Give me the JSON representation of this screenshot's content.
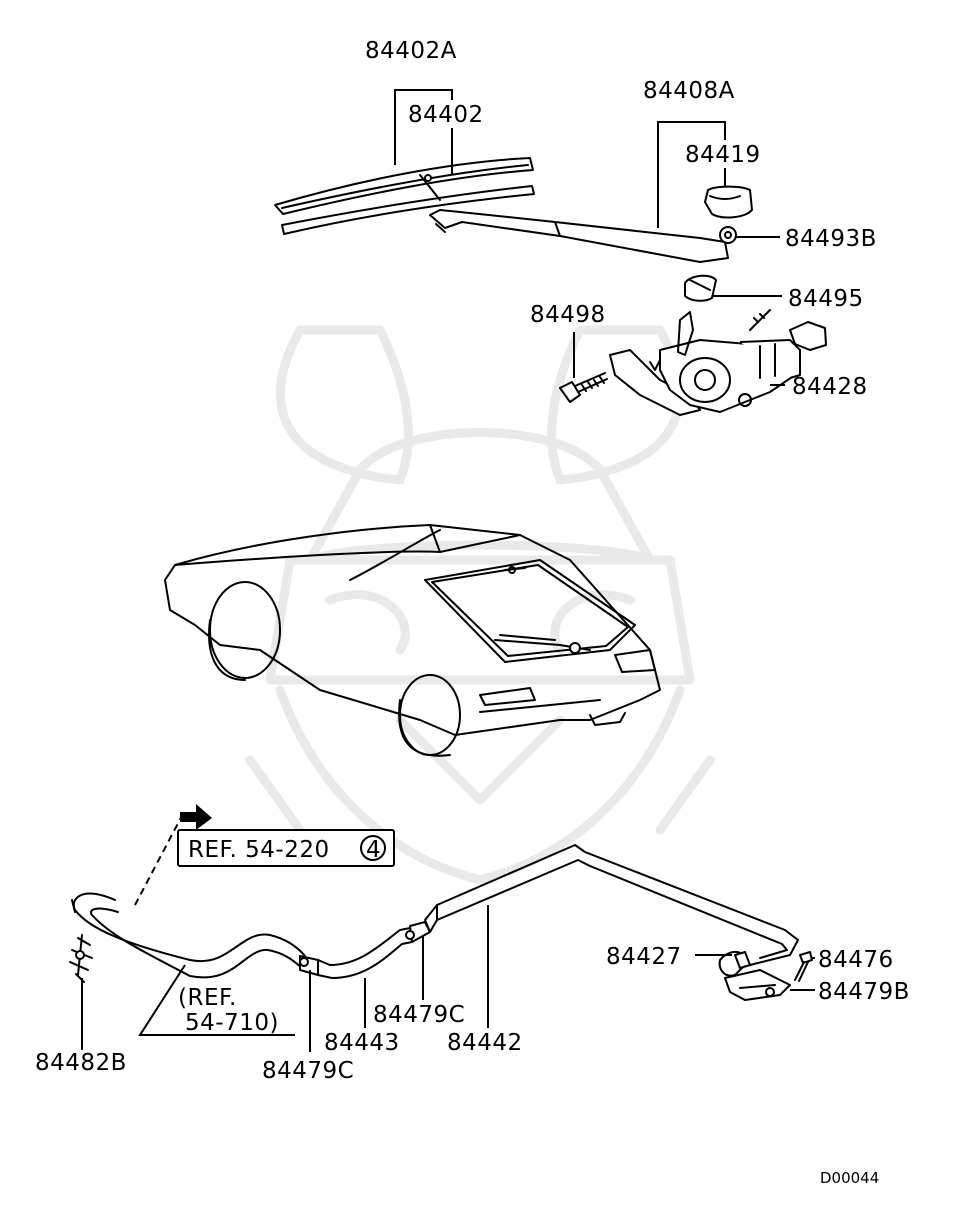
{
  "diagram_code": "D00044",
  "parts": {
    "p84402A": "84402A",
    "p84402": "84402",
    "p84408A": "84408A",
    "p84419": "84419",
    "p84493B": "84493B",
    "p84495": "84495",
    "p84498": "84498",
    "p84428": "84428",
    "p84427": "84427",
    "p84476": "84476",
    "p84479B": "84479B",
    "p84479C_top": "84479C",
    "p84443": "84443",
    "p84442": "84442",
    "p84479C_bottom": "84479C",
    "p84482B": "84482B"
  },
  "references": {
    "ref_box_text": "REF. 54-220",
    "ref_box_number": "4",
    "ref_paren_line1": "(REF.",
    "ref_paren_line2": "54-710)"
  }
}
